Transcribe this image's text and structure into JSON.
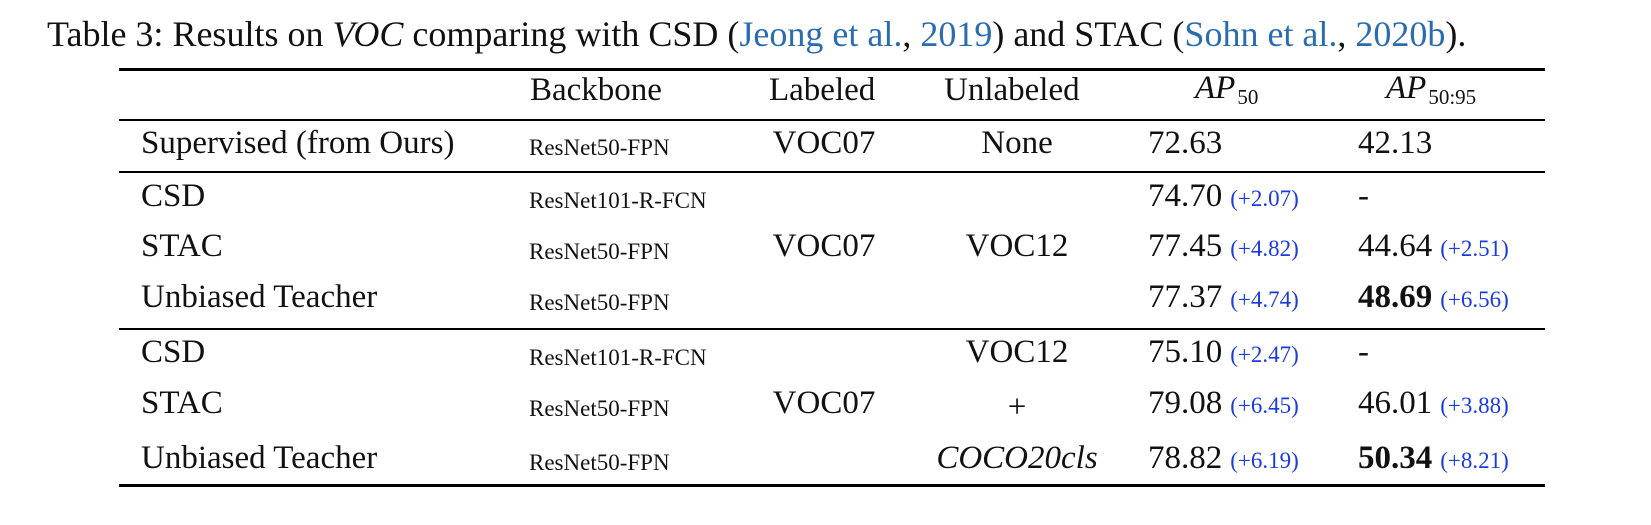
{
  "caption": {
    "prefix": "Table 3:  Results on ",
    "voc": "VOC",
    "mid": " comparing with CSD (",
    "cite1_authors": "Jeong et al.",
    "comma1": ", ",
    "cite1_year": "2019",
    "mid2": ") and STAC (",
    "cite2_authors": "Sohn et al.",
    "comma2": ", ",
    "cite2_year": "2020b",
    "suffix": ")."
  },
  "header": {
    "backbone": "Backbone",
    "labeled": "Labeled",
    "unlabeled": "Unlabeled",
    "ap50_base": "AP",
    "ap50_sub": "50",
    "ap5095_base": "AP",
    "ap5095_sub": "50:95"
  },
  "rows": [
    {
      "method": "Supervised (from Ours)",
      "backbone": "ResNet50-FPN",
      "ap50": "72.63",
      "ap50_delta": "",
      "ap5095": "42.13",
      "ap5095_delta": ""
    },
    {
      "method": "CSD",
      "backbone": "ResNet101-R-FCN",
      "ap50": "74.70",
      "ap50_delta": "(+2.07)",
      "ap5095": "-",
      "ap5095_delta": ""
    },
    {
      "method": "STAC",
      "backbone": "ResNet50-FPN",
      "ap50": "77.45",
      "ap50_delta": "(+4.82)",
      "ap5095": "44.64",
      "ap5095_delta": "(+2.51)"
    },
    {
      "method": "Unbiased Teacher",
      "backbone": "ResNet50-FPN",
      "ap50": "77.37",
      "ap50_delta": "(+4.74)",
      "ap5095": "48.69",
      "ap5095_delta": "(+6.56)"
    },
    {
      "method": "CSD",
      "backbone": "ResNet101-R-FCN",
      "ap50": "75.10",
      "ap50_delta": "(+2.47)",
      "ap5095": "-",
      "ap5095_delta": ""
    },
    {
      "method": "STAC",
      "backbone": "ResNet50-FPN",
      "ap50": "79.08",
      "ap50_delta": "(+6.45)",
      "ap5095": "46.01",
      "ap5095_delta": "(+3.88)"
    },
    {
      "method": "Unbiased Teacher",
      "backbone": "ResNet50-FPN",
      "ap50": "78.82",
      "ap50_delta": "(+6.19)",
      "ap5095": "50.34",
      "ap5095_delta": "(+8.21)"
    }
  ],
  "groups": {
    "sup_labeled": "VOC07",
    "sup_unlabeled": "None",
    "g1_labeled": "VOC07",
    "g1_unlabeled": "VOC12",
    "g2_labeled": "VOC07",
    "g2_unlabeled_1": "VOC12",
    "g2_unlabeled_2": "+",
    "g2_unlabeled_3": "COCO20cls"
  }
}
